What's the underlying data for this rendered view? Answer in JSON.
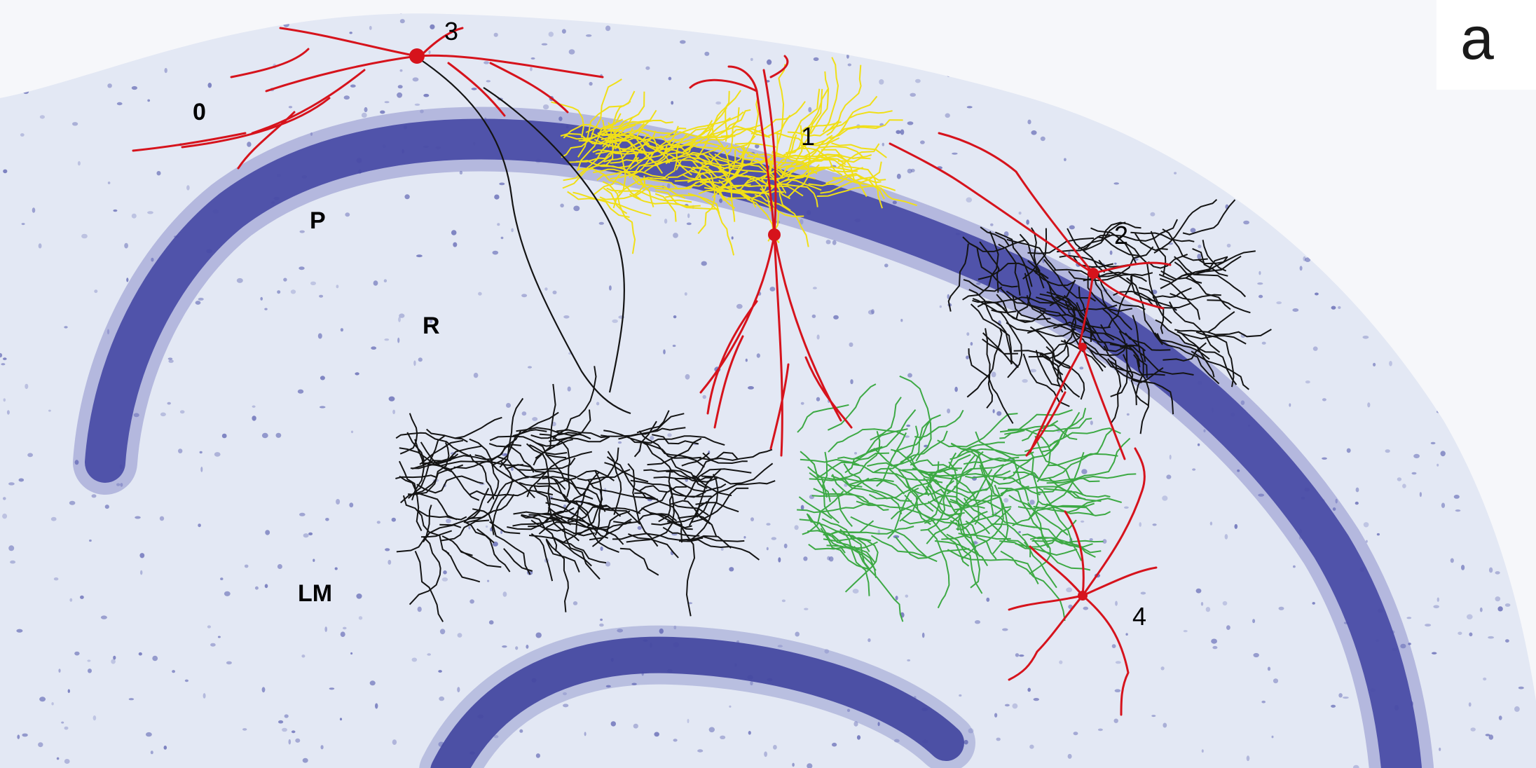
{
  "figure": {
    "panel_letter": "a",
    "layer_labels": {
      "oriens": "0",
      "pyramidale": "P",
      "radiatum": "R",
      "lacunosum_moleculare": "LM"
    },
    "cell_labels": [
      "1",
      "2",
      "3",
      "4"
    ],
    "colors": {
      "background": "#e4e9f5",
      "outside": "#f7f8fb",
      "cell_layer": "#3d3f9c",
      "nuclei": "#5a60b0",
      "dendrites_red": "#d8121b",
      "axon_black": "#111111",
      "axon_yellow": "#f2e019",
      "axon_green": "#3fae45"
    }
  }
}
